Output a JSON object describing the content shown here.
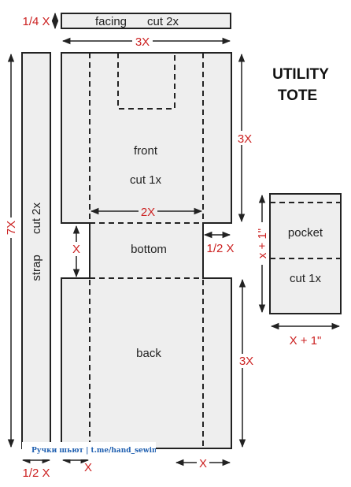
{
  "title": {
    "line1": "UTILITY",
    "line2": "TOTE"
  },
  "pieces": {
    "facing": {
      "name": "facing",
      "cut": "cut 2x"
    },
    "front": {
      "name": "front",
      "cut": "cut 1x"
    },
    "bottom": {
      "name": "bottom"
    },
    "back": {
      "name": "back"
    },
    "strap": {
      "name": "strap",
      "cut": "cut 2x"
    },
    "pocket": {
      "name": "pocket",
      "cut": "cut 1x"
    }
  },
  "dimensions": {
    "facing_height": "1/4 X",
    "facing_width": "3X",
    "front_height": "3X",
    "bottom_width": "2X",
    "bottom_height": "X",
    "bottom_side": "1/2 X",
    "back_height": "3X",
    "strap_length": "7X",
    "strap_width": "1/2 X",
    "bottom_corner_left": "X",
    "bottom_corner_right": "X",
    "pocket_height": "x + 1\"",
    "pocket_width": "X + 1\""
  },
  "watermark": "Ручки шьют | t.me/hand_sewing",
  "colors": {
    "piece_fill": "#eeeeee",
    "outline": "#222222",
    "dimension_text": "#cc2222",
    "watermark_text": "#1f5fb0"
  }
}
